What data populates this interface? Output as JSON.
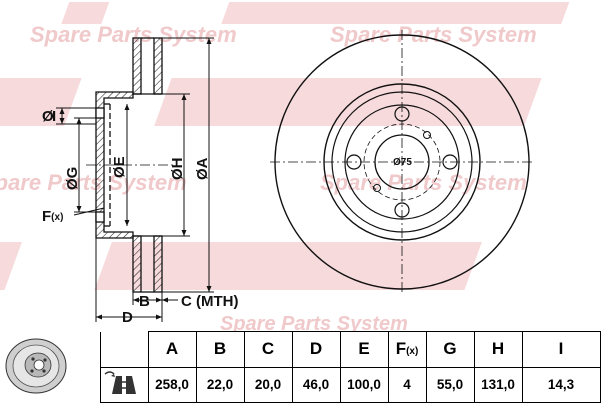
{
  "diagram": {
    "watermark_text": "Spare Parts System",
    "dimension_labels": {
      "I": "I",
      "G": "G",
      "E": "E",
      "H": "H",
      "A": "A",
      "F": "F",
      "F_sub": "(x)",
      "B": "B",
      "C": "C (MTH)",
      "D": "D",
      "diameter_symbol": "Ø",
      "pcd": "Ø75"
    }
  },
  "spec_table": {
    "headers": [
      {
        "main": "A",
        "sub": ""
      },
      {
        "main": "B",
        "sub": ""
      },
      {
        "main": "C",
        "sub": ""
      },
      {
        "main": "D",
        "sub": ""
      },
      {
        "main": "E",
        "sub": ""
      },
      {
        "main": "F",
        "sub": "(x)"
      },
      {
        "main": "G",
        "sub": ""
      },
      {
        "main": "H",
        "sub": ""
      },
      {
        "main": "I",
        "sub": ""
      }
    ],
    "values": [
      "258,0",
      "22,0",
      "20,0",
      "46,0",
      "100,0",
      "4",
      "55,0",
      "131,0",
      "14,3"
    ]
  },
  "colors": {
    "line": "#111111",
    "hatch": "#222222",
    "watermark": "#f3cdd0",
    "watermark_text": "#efc3c6"
  },
  "icons": [
    "disc-thumbnail-icon",
    "vented-disc-icon"
  ]
}
